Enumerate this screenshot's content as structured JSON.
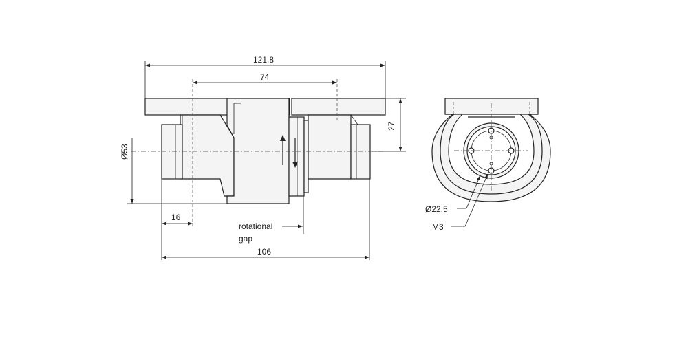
{
  "dimensions": {
    "overall_width": "121.8",
    "flange_holes": "74",
    "height": "27",
    "diameter": "Ø53",
    "stub_length": "16",
    "rotational_gap_line1": "rotational",
    "rotational_gap_line2": "gap",
    "body_length": "106",
    "bolt_circle": "Ø22.5",
    "thread": "M3"
  },
  "colors": {
    "line": "#222222",
    "body_fill": "#f4f4f4",
    "background": "#ffffff"
  }
}
